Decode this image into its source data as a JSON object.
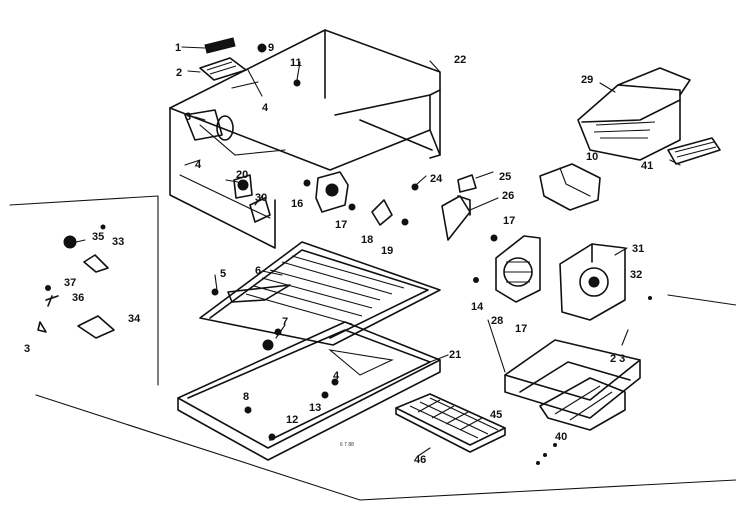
{
  "callouts": {
    "c1": "1",
    "c2": "2",
    "c3a": "3",
    "c3b": "3",
    "c4a": "4",
    "c4b": "4",
    "c4c": "4",
    "c5": "5",
    "c6": "6",
    "c7": "7",
    "c8": "8",
    "c9": "9",
    "c10": "10",
    "c11": "11",
    "c12": "12",
    "c13": "13",
    "c14": "14",
    "c16": "16",
    "c17a": "17",
    "c17b": "17",
    "c17c": "17",
    "c18": "18",
    "c19": "19",
    "c20": "20",
    "c21": "21",
    "c22": "22",
    "c23": "2 3",
    "c24": "24",
    "c25": "25",
    "c26": "26",
    "c28": "28",
    "c29": "29",
    "c30": "30",
    "c31": "31",
    "c32": "32",
    "c33": "33",
    "c34": "34",
    "c35": "35",
    "c36": "36",
    "c37": "37",
    "c40": "40",
    "c41": "41",
    "c45": "45",
    "c46": "46"
  },
  "drawing_code": "6 7 88",
  "colors": {
    "ink": "#111111",
    "paper": "#ffffff"
  }
}
